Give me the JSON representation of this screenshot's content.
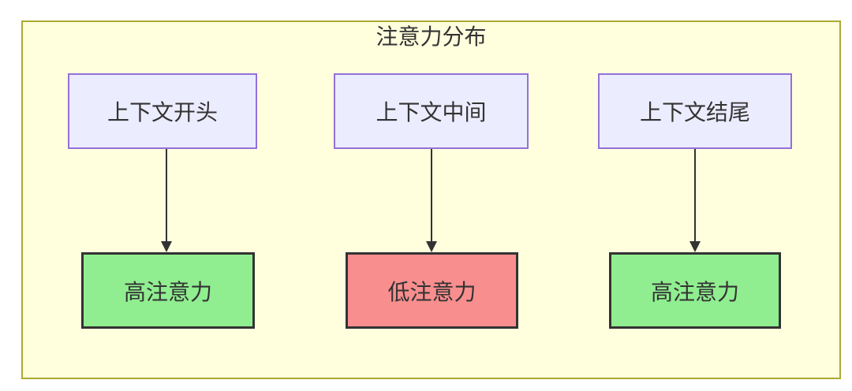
{
  "diagram": {
    "title": "注意力分布",
    "columns": [
      {
        "source": "上下文开头",
        "target": "高注意力",
        "target_type": "high"
      },
      {
        "source": "上下文中间",
        "target": "低注意力",
        "target_type": "low"
      },
      {
        "source": "上下文结尾",
        "target": "高注意力",
        "target_type": "high"
      }
    ],
    "colors": {
      "container_bg": "#ffffde",
      "container_border": "#aaaa33",
      "node_bg": "#ececff",
      "node_border": "#9370db",
      "high_bg": "#90ee90",
      "low_bg": "#f88e8e",
      "result_border": "#333333",
      "arrow": "#333333",
      "text": "#333333"
    }
  }
}
